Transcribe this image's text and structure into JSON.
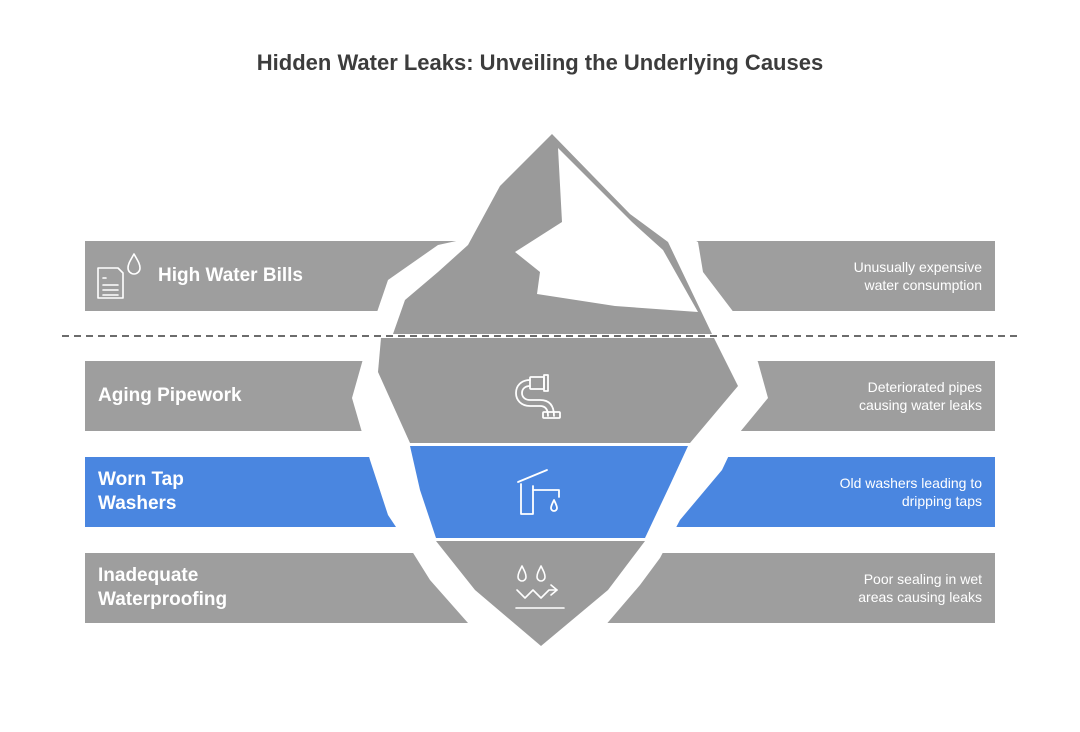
{
  "title": "Hidden Water Leaks: Unveiling the Underlying Causes",
  "colors": {
    "band": "#9e9e9e",
    "highlight": "#4a86e0",
    "iceberg": "#9a9a9a",
    "snow": "#ffffff",
    "text": "#3c3c3c"
  },
  "layers": [
    {
      "label": "High Water Bills",
      "description": [
        "Unusually expensive",
        "water consumption"
      ],
      "icon": "water-bill-icon",
      "highlighted": false
    },
    {
      "label": "Aging Pipework",
      "description": [
        "Deteriorated pipes",
        "causing water leaks"
      ],
      "icon": "pipe-icon",
      "highlighted": false
    },
    {
      "label": [
        "Worn Tap",
        "Washers"
      ],
      "description": [
        "Old washers leading to",
        "dripping taps"
      ],
      "icon": "tap-icon",
      "highlighted": true
    },
    {
      "label": [
        "Inadequate",
        "Waterproofing"
      ],
      "description": [
        "Poor sealing in wet",
        "areas causing leaks"
      ],
      "icon": "waterproofing-icon",
      "highlighted": false
    }
  ]
}
